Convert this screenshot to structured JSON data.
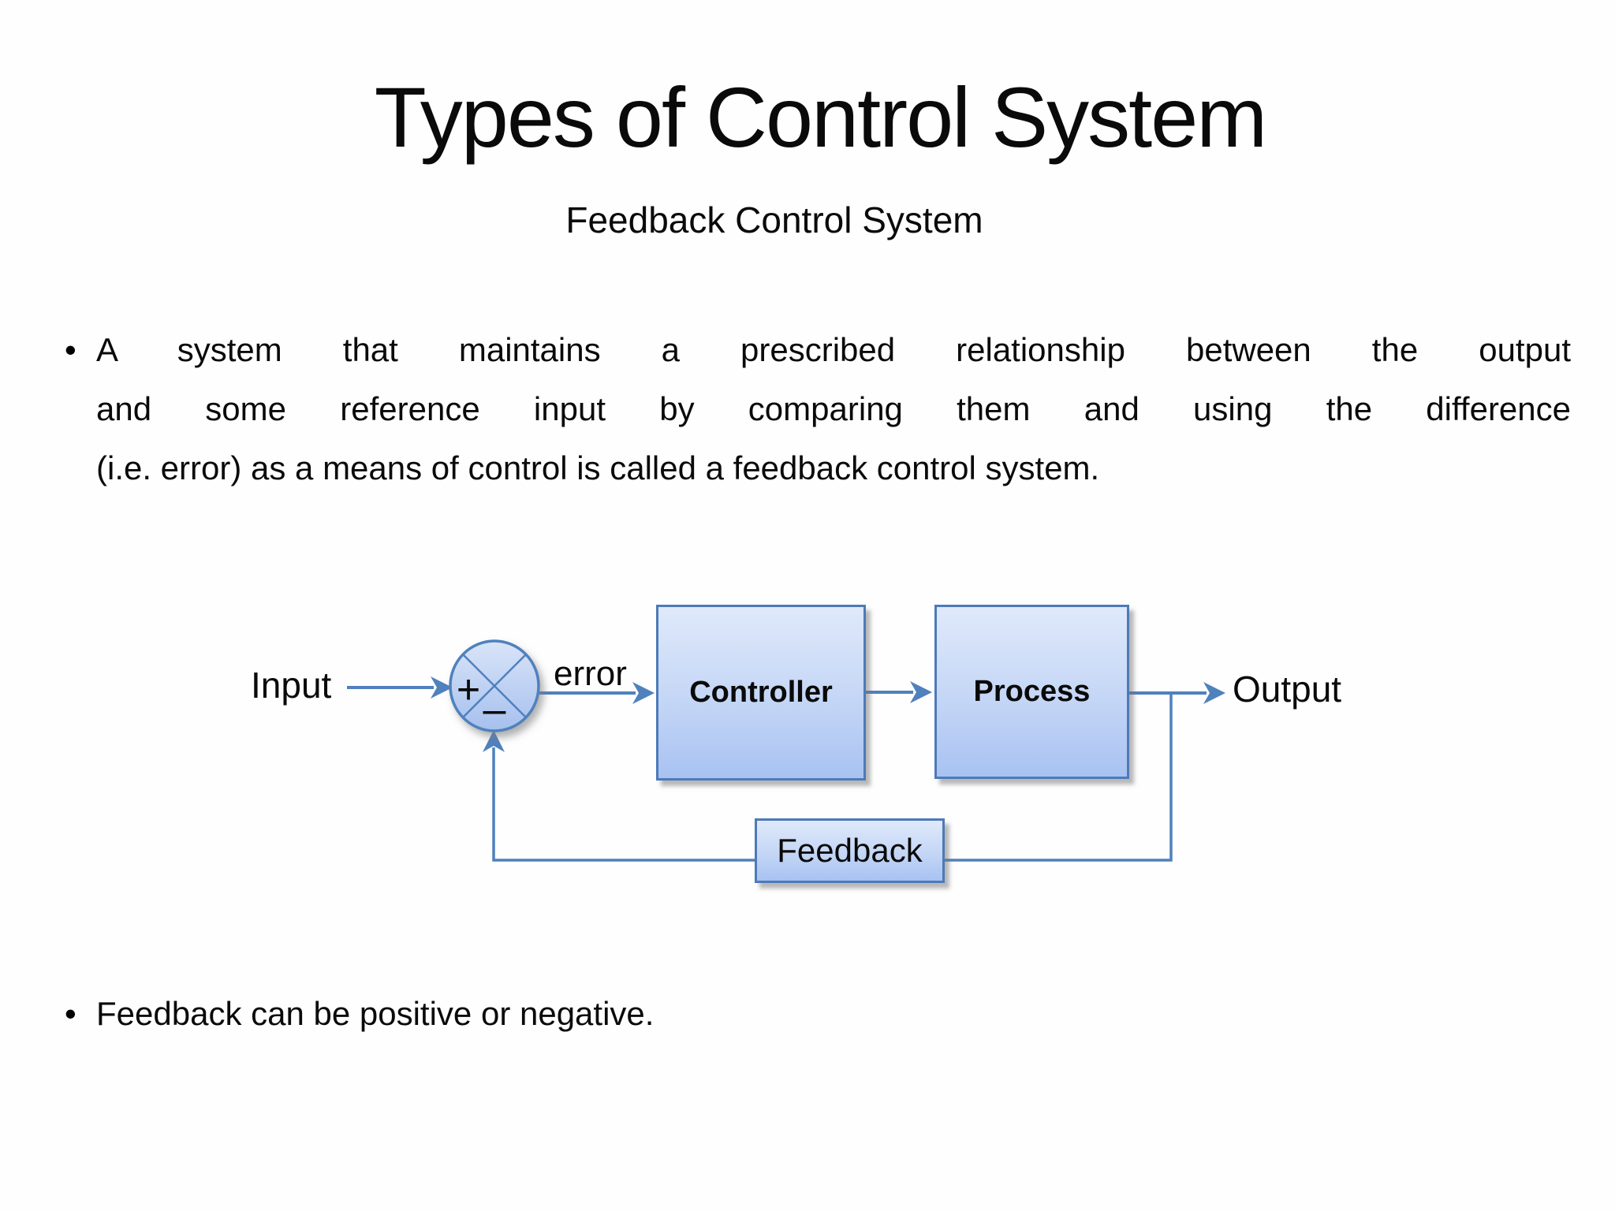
{
  "slide": {
    "title": "Types of Control System",
    "subtitle": "Feedback Control System",
    "bullet_glyph": "•",
    "bullet1": {
      "line1": "A system that maintains a prescribed relationship between the output",
      "line2": "and some reference input by comparing them and using the difference",
      "line3": "(i.e. error) as a means of control is called a feedback control system."
    },
    "bullet2": "Feedback can be positive or negative."
  },
  "diagram": {
    "input_label": "Input",
    "error_label": "error",
    "controller_label": "Controller",
    "process_label": "Process",
    "output_label": "Output",
    "feedback_label": "Feedback",
    "summing_junction": {
      "plus_sign": "+",
      "minus_sign": "–"
    },
    "colors": {
      "wire_blue": "#4f81bd",
      "block_border": "#4d7ab8",
      "block_fill_top": "#dfe9fa",
      "block_fill_bottom": "#a8c2f2",
      "text": "#0a0a0a"
    }
  }
}
